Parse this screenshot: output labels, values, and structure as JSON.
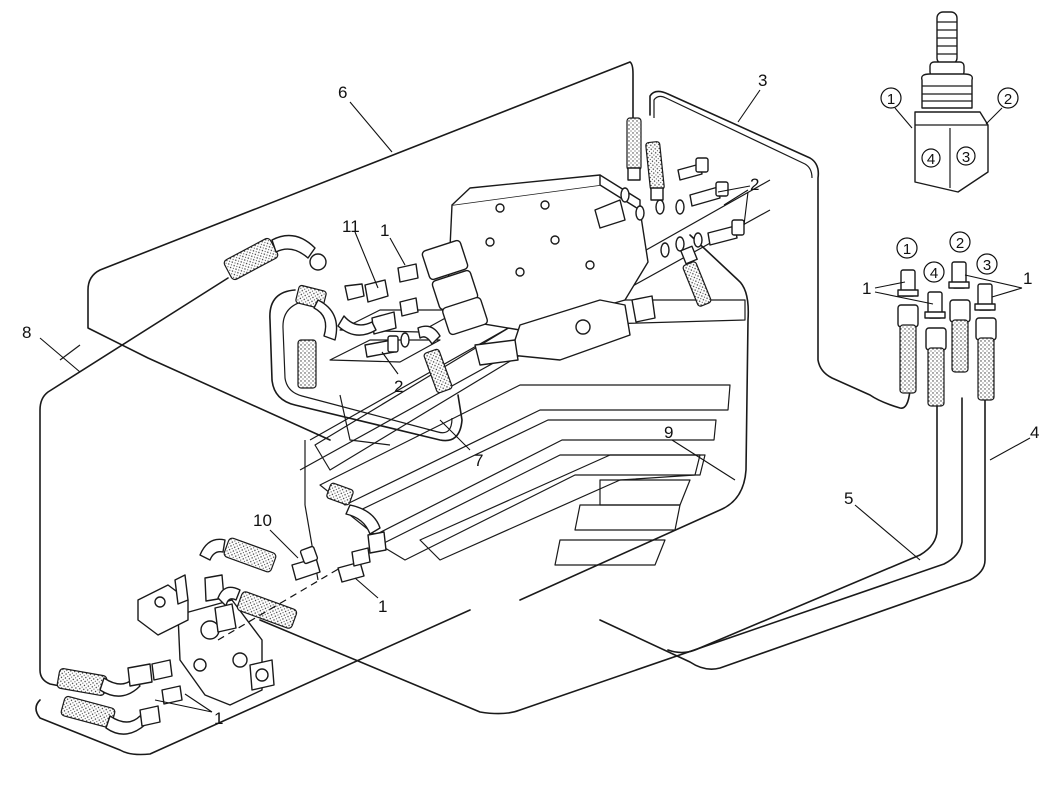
{
  "callouts": {
    "c1a": "1",
    "c1b": "1",
    "c1c": "1",
    "c1d": "1",
    "c1e": "1",
    "c2a": "2",
    "c2b": "2",
    "c3": "3",
    "c4": "4",
    "c5": "5",
    "c6": "6",
    "c7": "7",
    "c8": "8",
    "c9": "9",
    "c10": "10",
    "c11": "11"
  },
  "joystick_ports": {
    "p1": "1",
    "p2": "2",
    "p3": "3",
    "p4": "4"
  },
  "fitting_ports": {
    "f1": "1",
    "f2": "2",
    "f3": "3",
    "f4": "4"
  }
}
